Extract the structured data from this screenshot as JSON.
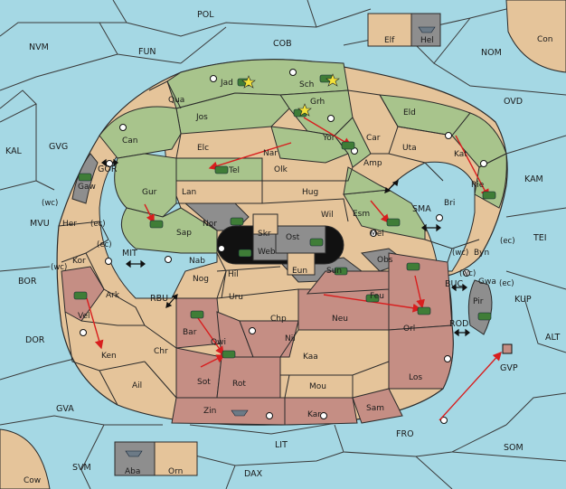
{
  "colors": {
    "sea": "#a5d8e4",
    "neutral": "#e5c49a",
    "green": "#a8c48c",
    "red": "#c58e84",
    "gray": "#8e8e8e",
    "border": "#2a2a2a",
    "arrow": "#d81e1e",
    "unit": "#3f7d37"
  },
  "seas": {
    "pol": "POL",
    "nvm": "NVM",
    "fun": "FUN",
    "cob": "COB",
    "nom": "NOM",
    "ovd": "OVD",
    "kal": "KAL",
    "gvg": "GVG",
    "kam": "KAM",
    "tei": "TEI",
    "mvu": "MVU",
    "bor": "BOR",
    "dor": "DOR",
    "alt": "ALT",
    "kup": "KUP",
    "gva": "GVA",
    "fro": "FRO",
    "som": "SOM",
    "lit": "LIT",
    "svm": "SVM",
    "dax": "DAX",
    "gor": "GOR",
    "mit": "MIT",
    "rbu": "RBU",
    "sma": "SMA",
    "buc": "BUC",
    "rod": "ROD",
    "gvp": "GVP"
  },
  "territories": {
    "con": "Con",
    "elf": "Elf",
    "hel": "Hel",
    "jad": "Jad",
    "sch": "Sch",
    "qua": "Qua",
    "jos": "Jos",
    "grh": "Grh",
    "eld": "Eld",
    "can": "Can",
    "elc": "Elc",
    "nar": "Nar",
    "yor": "Yor",
    "car": "Car",
    "uta": "Uta",
    "kat": "Kat",
    "tel": "Tel",
    "olk": "Olk",
    "amp": "Amp",
    "gaw": "Gaw",
    "gur": "Gur",
    "lan": "Lan",
    "hug": "Hug",
    "rie": "Rie",
    "bri": "Bri",
    "nor": "Nor",
    "wil": "Wil",
    "esm": "Esm",
    "her": "Her",
    "sap": "Sap",
    "skr": "Skr",
    "ost": "Ost",
    "mel": "Mel",
    "byn": "Byn",
    "kor": "Kor",
    "web": "Web",
    "nab": "Nab",
    "eun": "Eun",
    "sun": "Sun",
    "obs": "Obs",
    "gwa": "Gwa",
    "hil": "Hil",
    "nog": "Nog",
    "vel": "Vel",
    "ark": "Ark",
    "uru": "Uru",
    "feu": "Feu",
    "pir": "Pir",
    "chp": "Chp",
    "neu": "Neu",
    "orl": "Orl",
    "bar": "Bar",
    "qwi": "Qwi",
    "nil": "Nil",
    "ken": "Ken",
    "chr": "Chr",
    "kaa": "Kaa",
    "sot": "Sot",
    "rot": "Rot",
    "los": "Los",
    "ail": "Ail",
    "mou": "Mou",
    "sam": "Sam",
    "zin": "Zin",
    "kar": "Kar",
    "aba": "Aba",
    "orn": "Orn",
    "cow": "Cow"
  },
  "coasts": {
    "wc": "(wc)",
    "ec": "(ec)"
  }
}
